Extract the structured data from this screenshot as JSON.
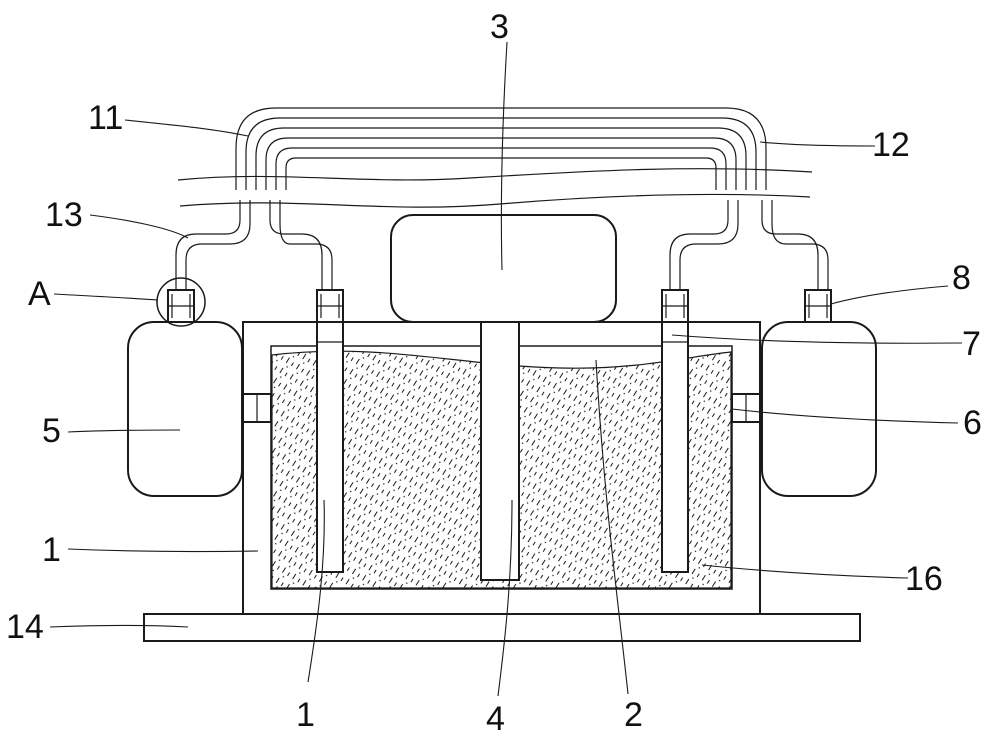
{
  "labels": {
    "l1_left": "1",
    "l1_bottom": "1",
    "l2": "2",
    "l3": "3",
    "l4": "4",
    "l5": "5",
    "l6": "6",
    "l7": "7",
    "l8": "8",
    "l11": "11",
    "l12": "12",
    "l13": "13",
    "l14": "14",
    "l16": "16",
    "lA": "A"
  }
}
